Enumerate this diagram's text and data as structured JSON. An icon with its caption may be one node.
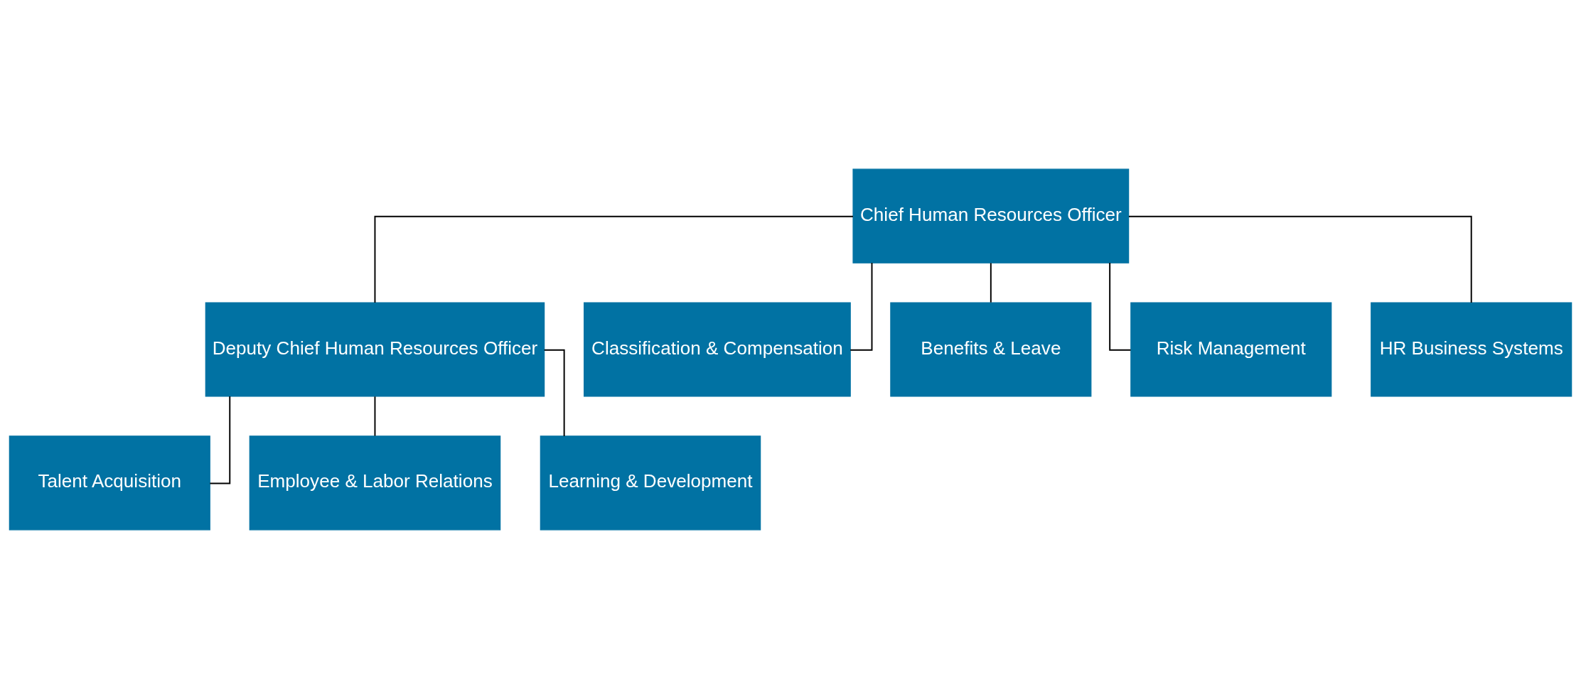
{
  "diagram": {
    "nodes": [
      {
        "text": [
          "Chief Human Resources Officer"
        ]
      },
      {
        "text": [
          "Deputy Chief Human Resources Officer"
        ]
      },
      {
        "text": [
          "Talent Acquisition"
        ]
      },
      {
        "text": [
          "Employee & Labor Relations"
        ]
      },
      {
        "text": [
          "Learning & Development"
        ]
      },
      {
        "text": [
          "Classification & Compensation"
        ]
      },
      {
        "text": [
          "Benefits & Leave"
        ]
      },
      {
        "text": [
          "Risk Management"
        ]
      },
      {
        "text": [
          "HR Business Systems"
        ]
      }
    ],
    "edges": [
      {
        "from": 0,
        "to": 1,
        "arrow": "none"
      },
      {
        "from": 1,
        "to": 2,
        "arrow": "none"
      },
      {
        "from": 1,
        "to": 3,
        "arrow": "none"
      },
      {
        "from": 1,
        "to": 4,
        "arrow": "none"
      },
      {
        "from": 0,
        "to": 5,
        "arrow": "none"
      },
      {
        "from": 0,
        "to": 6,
        "arrow": "none"
      },
      {
        "from": 0,
        "to": 7,
        "arrow": "none"
      },
      {
        "from": 0,
        "to": 8,
        "arrow": "none"
      }
    ]
  }
}
